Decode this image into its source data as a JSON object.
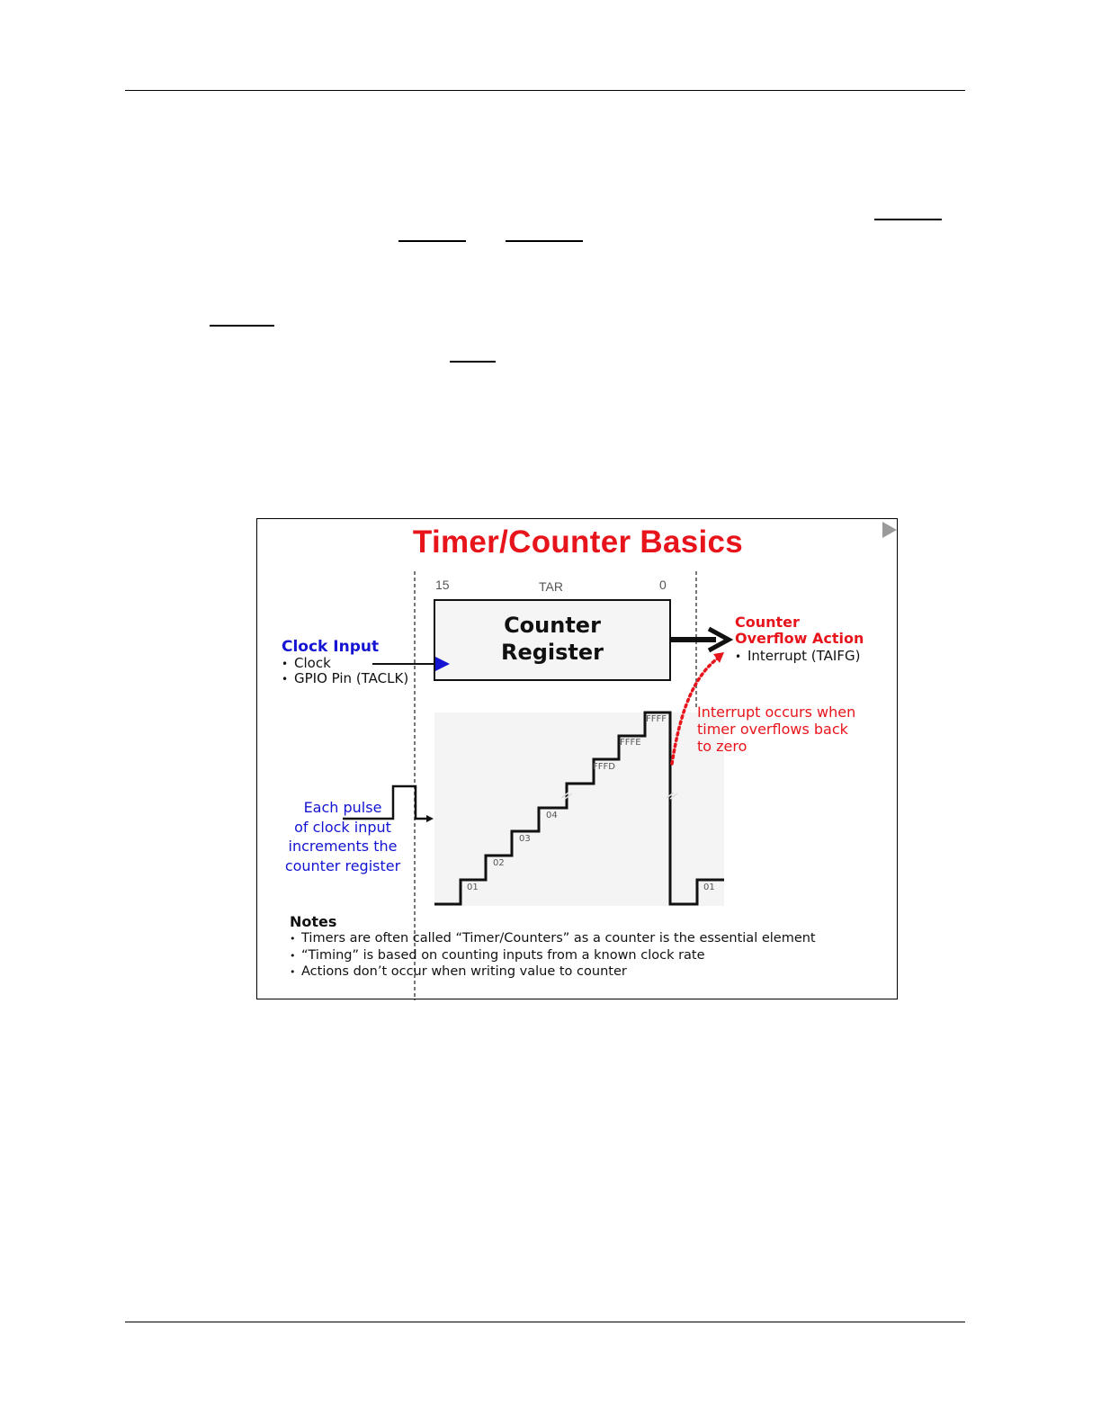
{
  "slide": {
    "title": "Timer/Counter Basics",
    "register_name": "TAR",
    "bit_high": "15",
    "bit_low": "0",
    "register_line1": "Counter",
    "register_line2": "Register",
    "clock_input": {
      "heading": "Clock Input",
      "items": [
        "Clock",
        "GPIO Pin (TACLK)"
      ]
    },
    "overflow": {
      "heading_line1": "Counter",
      "heading_line2": "Overflow Action",
      "items": [
        "Interrupt (TAIFG)"
      ]
    },
    "interrupt_note": [
      "Interrupt occurs when",
      "timer overflows back",
      "to zero"
    ],
    "pulse_note": [
      "Each pulse",
      "of clock input",
      "increments the",
      "counter register"
    ],
    "step_labels": [
      "01",
      "02",
      "03",
      "04",
      "FFFD",
      "FFFE",
      "FFFF",
      "01"
    ],
    "notes": {
      "heading": "Notes",
      "items": [
        "Timers are often called “Timer/Counters” as a counter is the essential element",
        "“Timing” is based on counting inputs from a known clock rate",
        "Actions don’t occur when writing value to counter"
      ]
    },
    "colors": {
      "title_red": "#e8141b",
      "clock_blue": "#1414d2",
      "step_area_grey": "#f4f4f4"
    },
    "icons": [
      "play-icon"
    ]
  }
}
